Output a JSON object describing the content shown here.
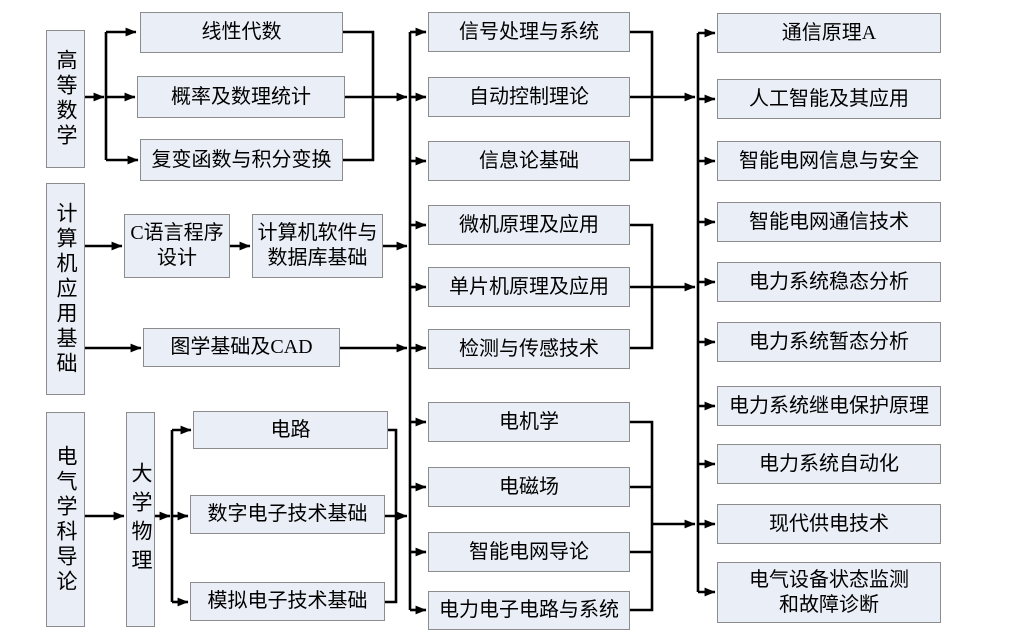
{
  "colors": {
    "background": "#ffffff",
    "box_fill": "#eaeef6",
    "box_border": "#8c8c8c",
    "connector": "#000000"
  },
  "nodes": {
    "advanced-math": "高等数学",
    "computer-app-foundation": "计算机应用基础",
    "electrical-intro": "电气学科导论",
    "linear-algebra": "线性代数",
    "probability-statistics": "概率及数理统计",
    "complex-function": "复变函数与积分变换",
    "c-language": "C语言程序\n设计",
    "computer-software-db": "计算机软件与\n数据库基础",
    "graphics-cad": "图学基础及CAD",
    "college-physics": "大学物理",
    "circuits": "电路",
    "digital-electronics": "数字电子技术基础",
    "analog-electronics": "模拟电子技术基础",
    "signal-processing": "信号处理与系统",
    "auto-control": "自动控制理论",
    "information-theory": "信息论基础",
    "microcomputer": "微机原理及应用",
    "mcu": "单片机原理及应用",
    "detection-sensing": "检测与传感技术",
    "electric-machinery": "电机学",
    "electromagnetic-field": "电磁场",
    "smart-grid-intro": "智能电网导论",
    "power-electronics": "电力电子电路与系统",
    "communication-principle": "通信原理A",
    "ai-application": "人工智能及其应用",
    "smart-grid-info-security": "智能电网信息与安全",
    "smart-grid-comm": "智能电网通信技术",
    "power-system-steady": "电力系统稳态分析",
    "power-system-transient": "电力系统暂态分析",
    "power-system-relay": "电力系统继电保护原理",
    "power-system-automation": "电力系统自动化",
    "modern-power-supply": "现代供电技术",
    "equipment-monitoring": "电气设备状态监测\n和故障诊断"
  },
  "edges": [
    [
      "advanced-math",
      "linear-algebra"
    ],
    [
      "advanced-math",
      "probability-statistics"
    ],
    [
      "advanced-math",
      "complex-function"
    ],
    [
      "linear-algebra",
      "left-bus"
    ],
    [
      "probability-statistics",
      "left-bus"
    ],
    [
      "complex-function",
      "left-bus"
    ],
    [
      "computer-app-foundation",
      "c-language"
    ],
    [
      "c-language",
      "computer-software-db"
    ],
    [
      "computer-software-db",
      "left-bus"
    ],
    [
      "computer-app-foundation",
      "graphics-cad"
    ],
    [
      "graphics-cad",
      "left-bus"
    ],
    [
      "electrical-intro",
      "college-physics"
    ],
    [
      "college-physics",
      "circuits"
    ],
    [
      "college-physics",
      "digital-electronics"
    ],
    [
      "college-physics",
      "analog-electronics"
    ],
    [
      "circuits",
      "left-bus"
    ],
    [
      "digital-electronics",
      "left-bus"
    ],
    [
      "analog-electronics",
      "left-bus"
    ],
    [
      "left-bus",
      "signal-processing"
    ],
    [
      "left-bus",
      "auto-control"
    ],
    [
      "left-bus",
      "information-theory"
    ],
    [
      "left-bus",
      "microcomputer"
    ],
    [
      "left-bus",
      "mcu"
    ],
    [
      "left-bus",
      "detection-sensing"
    ],
    [
      "left-bus",
      "electric-machinery"
    ],
    [
      "left-bus",
      "electromagnetic-field"
    ],
    [
      "left-bus",
      "smart-grid-intro"
    ],
    [
      "left-bus",
      "power-electronics"
    ],
    [
      "signal-processing",
      "right-bus"
    ],
    [
      "auto-control",
      "right-bus"
    ],
    [
      "information-theory",
      "right-bus"
    ],
    [
      "microcomputer",
      "right-bus"
    ],
    [
      "mcu",
      "right-bus"
    ],
    [
      "detection-sensing",
      "right-bus"
    ],
    [
      "electric-machinery",
      "right-bus"
    ],
    [
      "electromagnetic-field",
      "right-bus"
    ],
    [
      "smart-grid-intro",
      "right-bus"
    ],
    [
      "power-electronics",
      "right-bus"
    ],
    [
      "right-bus",
      "communication-principle"
    ],
    [
      "right-bus",
      "ai-application"
    ],
    [
      "right-bus",
      "smart-grid-info-security"
    ],
    [
      "right-bus",
      "smart-grid-comm"
    ],
    [
      "right-bus",
      "power-system-steady"
    ],
    [
      "right-bus",
      "power-system-transient"
    ],
    [
      "right-bus",
      "power-system-relay"
    ],
    [
      "right-bus",
      "power-system-automation"
    ],
    [
      "right-bus",
      "modern-power-supply"
    ],
    [
      "right-bus",
      "equipment-monitoring"
    ]
  ]
}
